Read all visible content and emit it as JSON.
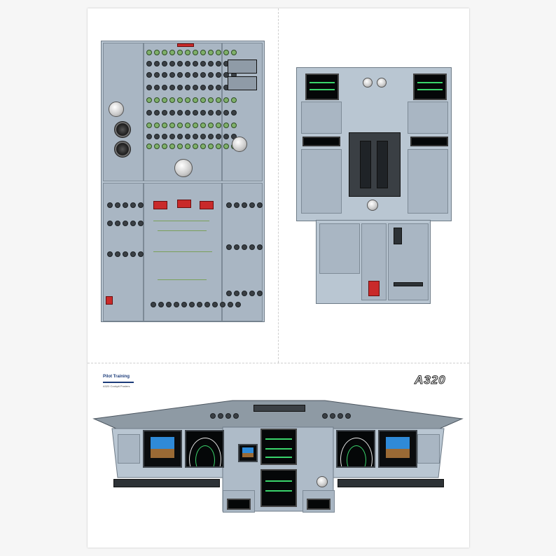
{
  "brand": {
    "logo_text": "Pilot Training",
    "logo_subtext": "A320 Cockpit Posters"
  },
  "poster": {
    "aircraft_label": "A320"
  },
  "colors": {
    "panel_grey": "#b9c6d2",
    "panel_dark": "#2d3236",
    "warning_red": "#c92a2a",
    "display_green": "#3ad46b"
  },
  "icons": {
    "logo": "aircraft-wing-icon"
  }
}
